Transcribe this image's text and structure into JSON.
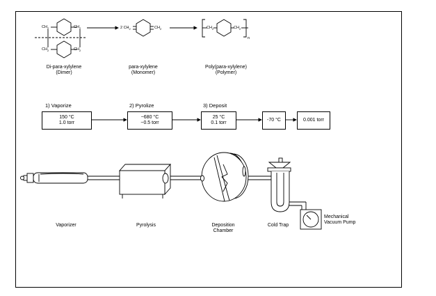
{
  "molecules": [
    {
      "name": "Di-para-xylylene",
      "sub": "(Dimer)"
    },
    {
      "name": "para-xylylene",
      "sub": "(Monomer)"
    },
    {
      "name": "Poly(para-xylylene)",
      "sub": "(Polymer)"
    }
  ],
  "chem": {
    "ch2": "CH",
    "ch2_2": "2 CH",
    "sub2": "2",
    "n": "n"
  },
  "steps": [
    {
      "title": "1)  Vaporize",
      "line1": "150 °C",
      "line2": "1.0 torr"
    },
    {
      "title": "2)  Pyrolize",
      "line1": "~680 °C",
      "line2": "~0.5 torr"
    },
    {
      "title": "3)  Deposit",
      "line1": "25 °C",
      "line2": "0.1 torr"
    }
  ],
  "trap_box": "-70 °C",
  "pump_box": "0.001 torr",
  "apparatus": {
    "vaporizer": "Vaporizer",
    "pyrolysis": "Pyrolysis",
    "deposition": "Deposition\nChamber",
    "deposition_l1": "Deposition",
    "deposition_l2": "Chamber",
    "cold_trap": "Cold Trap",
    "pump_l1": "Mechanical",
    "pump_l2": "Vacuum Pump"
  }
}
